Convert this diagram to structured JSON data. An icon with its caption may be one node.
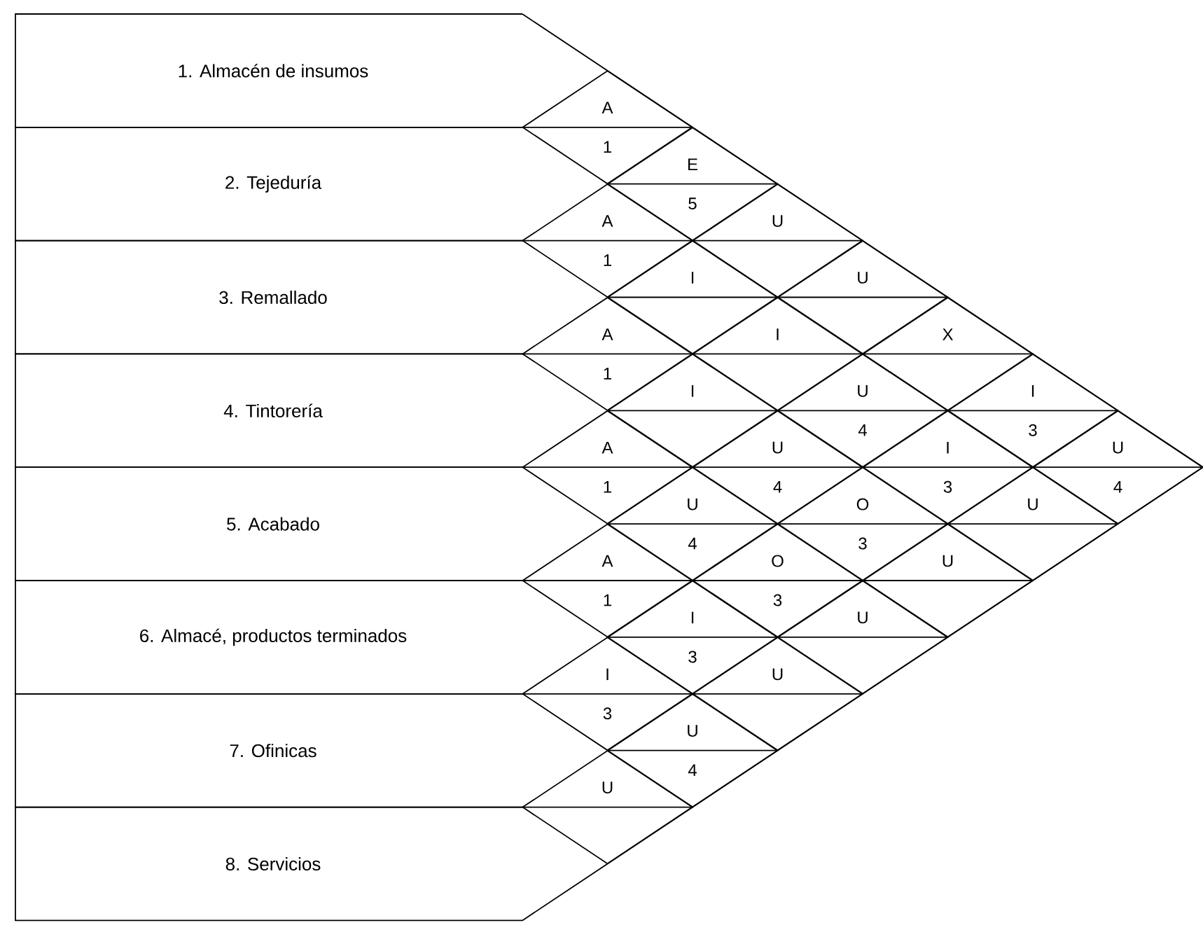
{
  "diagram": {
    "nodes": [
      {
        "text": [
          "1. Almacén de insumos"
        ]
      },
      {
        "text": [
          "2. Tejeduría"
        ]
      },
      {
        "text": [
          "3. Remallado"
        ]
      },
      {
        "text": [
          "4. Tintorería"
        ]
      },
      {
        "text": [
          "5. Acabado"
        ]
      },
      {
        "text": [
          "6. Almacé, productos terminados"
        ]
      },
      {
        "text": [
          "7. Ofinicas"
        ]
      },
      {
        "text": [
          "8. Servicios"
        ]
      },
      {
        "text": [
          "A",
          "1"
        ]
      },
      {
        "text": [
          "E",
          "5"
        ]
      },
      {
        "text": [
          "U"
        ]
      },
      {
        "text": [
          "U"
        ]
      },
      {
        "text": [
          "X"
        ]
      },
      {
        "text": [
          "I",
          "3"
        ]
      },
      {
        "text": [
          "U",
          "4"
        ]
      },
      {
        "text": [
          "A",
          "1"
        ]
      },
      {
        "text": [
          "I"
        ]
      },
      {
        "text": [
          "I"
        ]
      },
      {
        "text": [
          "U",
          "4"
        ]
      },
      {
        "text": [
          "I",
          "3"
        ]
      },
      {
        "text": [
          "U"
        ]
      },
      {
        "text": [
          "A",
          "1"
        ]
      },
      {
        "text": [
          "I"
        ]
      },
      {
        "text": [
          "U",
          "4"
        ]
      },
      {
        "text": [
          "O",
          "3"
        ]
      },
      {
        "text": [
          "U"
        ]
      },
      {
        "text": [
          "A",
          "1"
        ]
      },
      {
        "text": [
          "U",
          "4"
        ]
      },
      {
        "text": [
          "O",
          "3"
        ]
      },
      {
        "text": [
          "U"
        ]
      },
      {
        "text": [
          "A",
          "1"
        ]
      },
      {
        "text": [
          "I",
          "3"
        ]
      },
      {
        "text": [
          "U"
        ]
      },
      {
        "text": [
          "I",
          "3"
        ]
      },
      {
        "text": [
          "U",
          "4"
        ]
      },
      {
        "text": [
          "U"
        ]
      }
    ]
  }
}
